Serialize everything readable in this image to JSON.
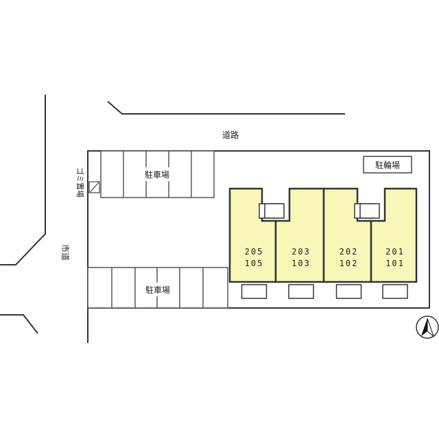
{
  "labels": {
    "road_top": "道路",
    "city_road": "市道",
    "parking_top": "駐車場",
    "parking_bottom": "駐車場",
    "bike_parking": "駐輪場",
    "garbage_area": "ゴミ置場"
  },
  "units": [
    {
      "upper": "205",
      "lower": "105"
    },
    {
      "upper": "203",
      "lower": "103"
    },
    {
      "upper": "202",
      "lower": "102"
    },
    {
      "upper": "201",
      "lower": "101"
    }
  ],
  "colors": {
    "building_fill": "#f7f8b8",
    "line": "#333333"
  },
  "icons": {
    "north": "north-arrow-icon"
  }
}
